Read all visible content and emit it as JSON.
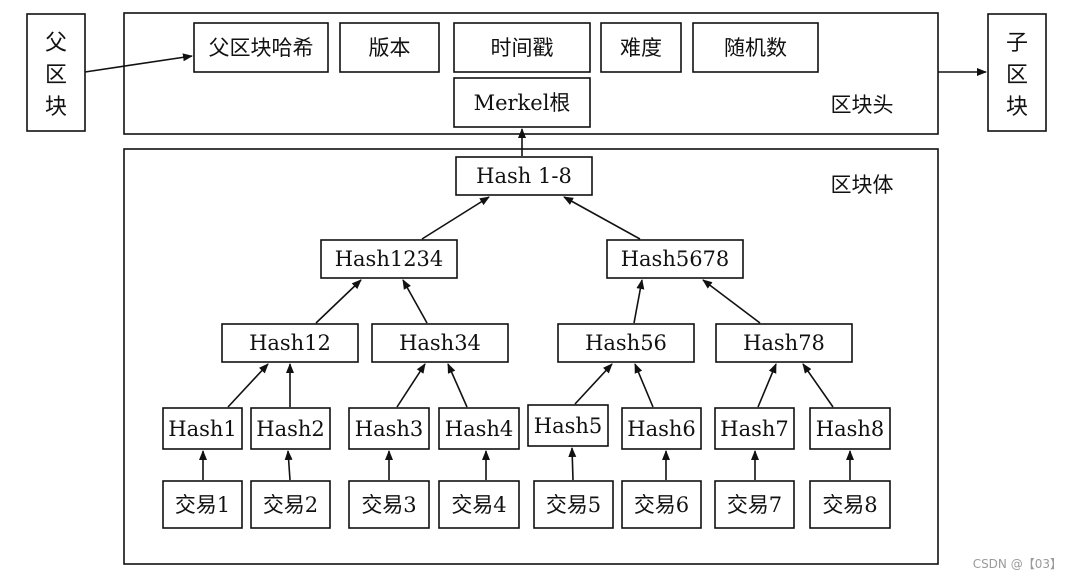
{
  "header": {
    "section_label": "区块头",
    "fields": [
      "父区块哈希",
      "版本",
      "时间戳",
      "难度",
      "随机数"
    ],
    "merkel_root": "Merkel根"
  },
  "body": {
    "section_label": "区块体"
  },
  "parent_block": [
    "父",
    "区",
    "块"
  ],
  "child_block": [
    "子",
    "区",
    "块"
  ],
  "tree": {
    "root": "Hash 1-8",
    "level2": [
      "Hash1234",
      "Hash5678"
    ],
    "level3": [
      "Hash12",
      "Hash34",
      "Hash56",
      "Hash78"
    ],
    "level4": [
      "Hash1",
      "Hash2",
      "Hash3",
      "Hash4",
      "Hash5",
      "Hash6",
      "Hash7",
      "Hash8"
    ],
    "transactions": [
      "交易1",
      "交易2",
      "交易3",
      "交易4",
      "交易5",
      "交易6",
      "交易7",
      "交易8"
    ]
  },
  "watermark": "CSDN @【03】"
}
